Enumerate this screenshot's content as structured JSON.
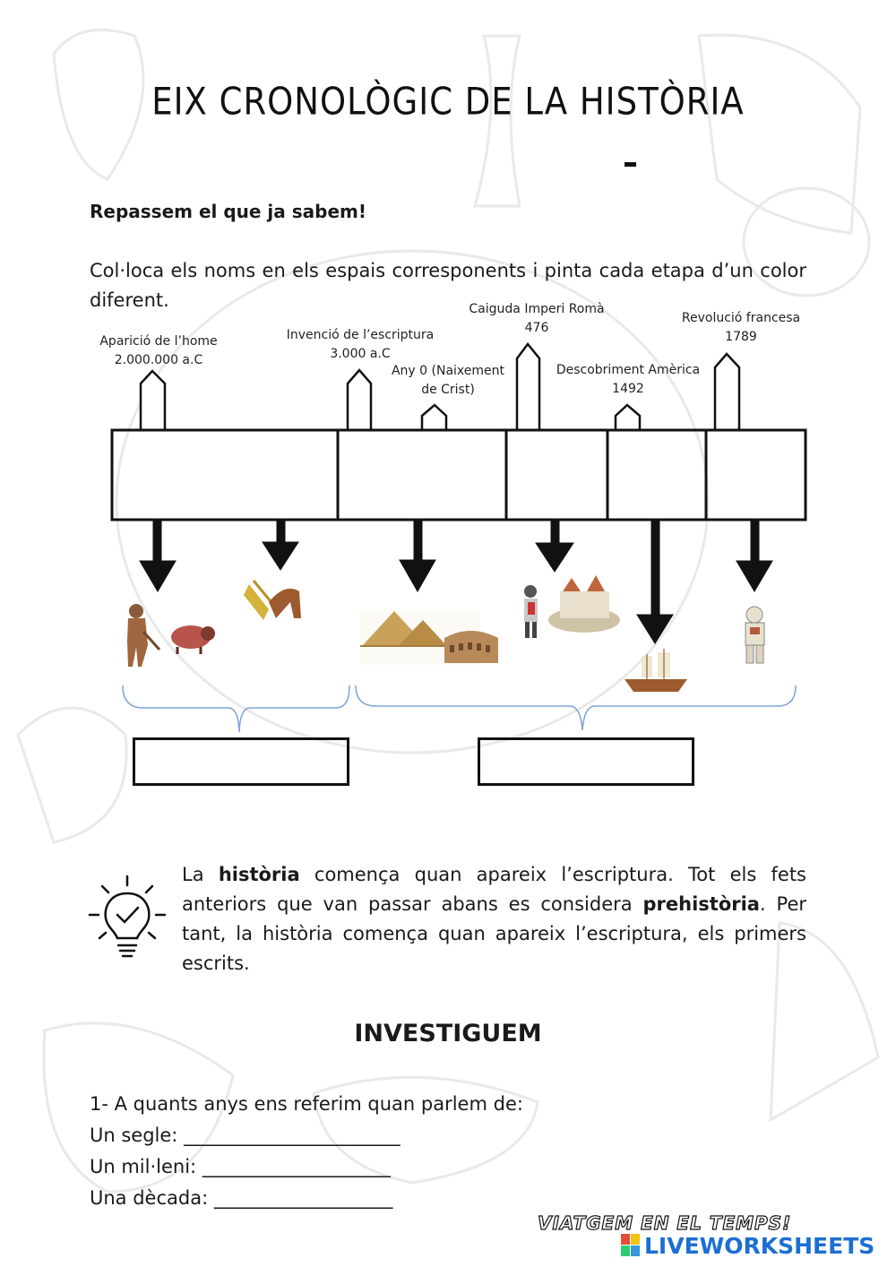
{
  "title": "EIX CRONOLÒGIC DE LA HISTÒRIA",
  "subheading": "Repassem el que ja sabem!",
  "instruction": "Col·loca els noms en els espais corresponents i pinta cada etapa d’un color diferent.",
  "timeline": {
    "labels": [
      {
        "line1": "Aparició de l’home",
        "line2": "2.000.000 a.C"
      },
      {
        "line1": "Invenció de l’escriptura",
        "line2": "3.000 a.C"
      },
      {
        "line1": "Any 0 (Naixement",
        "line2": "de Crist)"
      },
      {
        "line1": "Caiguda Imperi Romà",
        "line2": "476"
      },
      {
        "line1": "Descobriment Amèrica",
        "line2": "1492"
      },
      {
        "line1": "Revolució francesa",
        "line2": "1789"
      }
    ]
  },
  "info": {
    "part1": "La ",
    "bold1": "història",
    "part2": " comença quan apareix l’escriptura. Tot els fets anteriors que van passar abans es considera ",
    "bold2": "prehistòria",
    "part3": ". Per tant, la història comença quan apareix l’escriptura, els primers escrits."
  },
  "investiguem": {
    "heading": "INVESTIGUEM",
    "question": "1- A quants anys ens referim quan parlem de:",
    "items": [
      {
        "label": "Un segle: ",
        "blank": "_______________________"
      },
      {
        "label": "Un mil·leni: ",
        "blank": "____________________"
      },
      {
        "label": "Una dècada: ",
        "blank": "___________________"
      }
    ]
  },
  "footer": {
    "brand": "VIATGEM EN EL TEMPS!",
    "logo": "LIVEWORKSHEETS"
  },
  "icons": [
    "lightbulb-check-icon",
    "caveman-icon",
    "bison-icon",
    "wheat-horse-icon",
    "pyramids-icon",
    "colosseum-icon",
    "knight-icon",
    "castle-icon",
    "caravel-ship-icon",
    "astronaut-icon"
  ]
}
